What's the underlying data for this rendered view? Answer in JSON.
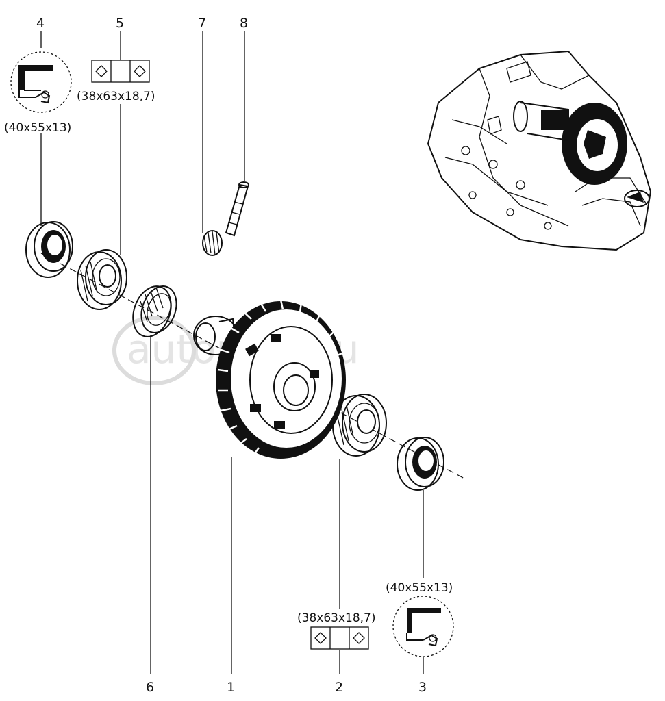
{
  "callouts": [
    {
      "id": "1",
      "label": "1"
    },
    {
      "id": "2",
      "label": "2"
    },
    {
      "id": "3",
      "label": "3"
    },
    {
      "id": "4",
      "label": "4"
    },
    {
      "id": "5",
      "label": "5"
    },
    {
      "id": "6",
      "label": "6"
    },
    {
      "id": "7",
      "label": "7"
    },
    {
      "id": "8",
      "label": "8"
    }
  ],
  "dimensions": {
    "seal_top": "(40x55x13)",
    "bearing_top": "(38x63x18,7)",
    "seal_bottom": "(40x55x13)",
    "bearing_bottom": "(38x63x18,7)"
  },
  "watermark": "autopiter.ru",
  "colors": {
    "ink": "#111111",
    "background": "#ffffff",
    "watermark": "#d9d9d9"
  }
}
